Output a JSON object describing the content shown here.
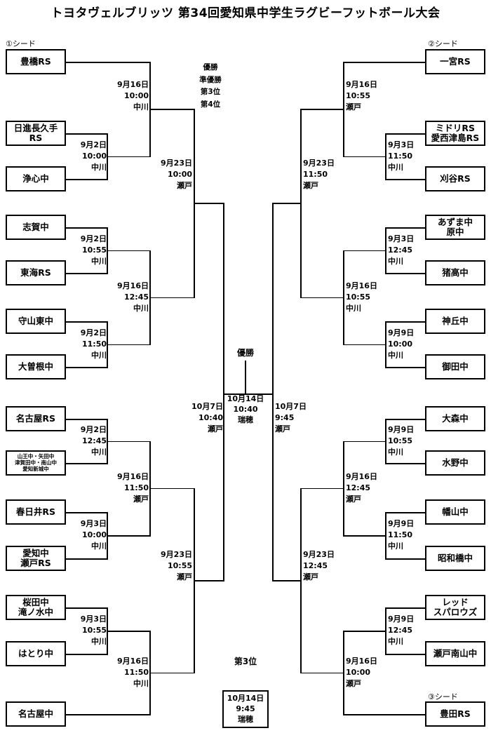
{
  "title": "トヨタヴェルブリッツ 第34回愛知県中学生ラグビーフットボール大会",
  "seeds": [
    "①シード",
    "②シード",
    "③シード"
  ],
  "legend": [
    "優勝",
    "準優勝",
    "第3位",
    "第4位"
  ],
  "left_teams": [
    [
      "豊橋RS"
    ],
    [
      "日進長久手",
      "RS"
    ],
    [
      "浄心中"
    ],
    [
      "志賀中"
    ],
    [
      "東海RS"
    ],
    [
      "守山東中"
    ],
    [
      "大曽根中"
    ],
    [
      "名古屋RS"
    ],
    [
      "山王中・矢田中",
      "津賀田中・南山中",
      "愛知新城中"
    ],
    [
      "春日井RS"
    ],
    [
      "愛知中",
      "瀬戸RS"
    ],
    [
      "桜田中",
      "滝ノ水中"
    ],
    [
      "はとり中"
    ],
    [
      "名古屋中"
    ]
  ],
  "right_teams": [
    [
      "一宮RS"
    ],
    [
      "ミドリRS",
      "愛西津島RS"
    ],
    [
      "刈谷RS"
    ],
    [
      "あずま中",
      "原中"
    ],
    [
      "猪高中"
    ],
    [
      "神丘中"
    ],
    [
      "御田中"
    ],
    [
      "大森中"
    ],
    [
      "水野中"
    ],
    [
      "幡山中"
    ],
    [
      "昭和橋中"
    ],
    [
      "レッド",
      "スパロウズ"
    ],
    [
      "瀬戸南山中"
    ],
    [
      "豊田RS"
    ]
  ],
  "left_matches": [
    [
      "9月2日",
      "10:00",
      "中川"
    ],
    [
      "9月16日",
      "10:00",
      "中川"
    ],
    [
      "9月2日",
      "10:55",
      "中川"
    ],
    [
      "9月2日",
      "11:50",
      "中川"
    ],
    [
      "9月16日",
      "12:45",
      "中川"
    ],
    [
      "9月23日",
      "10:00",
      "瀬戸"
    ],
    [
      "9月2日",
      "12:45",
      "中川"
    ],
    [
      "9月3日",
      "10:00",
      "中川"
    ],
    [
      "9月16日",
      "11:50",
      "瀬戸"
    ],
    [
      "9月3日",
      "10:55",
      "中川"
    ],
    [
      "9月16日",
      "11:50",
      "中川"
    ],
    [
      "9月23日",
      "10:55",
      "瀬戸"
    ],
    [
      "10月7日",
      "10:40",
      "瀬戸"
    ]
  ],
  "right_matches": [
    [
      "9月3日",
      "11:50",
      "中川"
    ],
    [
      "9月16日",
      "10:55",
      "瀬戸"
    ],
    [
      "9月3日",
      "12:45",
      "中川"
    ],
    [
      "9月9日",
      "10:00",
      "中川"
    ],
    [
      "9月16日",
      "10:55",
      "中川"
    ],
    [
      "9月23日",
      "11:50",
      "瀬戸"
    ],
    [
      "9月9日",
      "10:55",
      "中川"
    ],
    [
      "9月9日",
      "11:50",
      "中川"
    ],
    [
      "9月16日",
      "12:45",
      "瀬戸"
    ],
    [
      "9月9日",
      "12:45",
      "中川"
    ],
    [
      "9月16日",
      "10:00",
      "瀬戸"
    ],
    [
      "9月23日",
      "12:45",
      "瀬戸"
    ],
    [
      "10月7日",
      "9:45",
      "瀬戸"
    ]
  ],
  "final": {
    "label": "優勝",
    "lines": [
      "10月14日",
      "10:40",
      "瑞穂"
    ]
  },
  "third_place": {
    "label": "第3位",
    "lines": [
      "10月14日",
      "9:45",
      "瑞穂"
    ]
  }
}
